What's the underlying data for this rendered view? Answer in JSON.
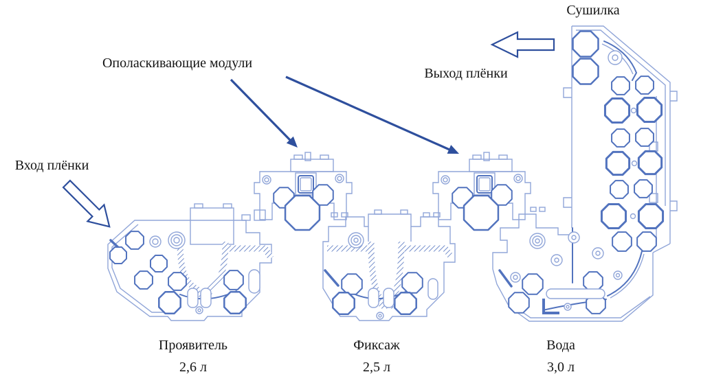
{
  "labels": {
    "dryer": "Сушилка",
    "rinse_modules": "Ополаскивающие модули",
    "film_exit": "Выход плёнки",
    "film_entry": "Вход плёнки"
  },
  "tanks": [
    {
      "name": "Проявитель",
      "volume": "2,6 л"
    },
    {
      "name": "Фиксаж",
      "volume": "2,5 л"
    },
    {
      "name": "Вода",
      "volume": "3,0 л"
    }
  ],
  "colors": {
    "line_light": "#90a5d8",
    "line_medium": "#5273be",
    "arrow_blue": "#2e4f9d",
    "text": "#141414",
    "background": "#ffffff"
  },
  "geometry": {
    "octagons": [
      [
        196,
        350,
        14,
        2
      ],
      [
        172,
        372,
        13,
        2
      ],
      [
        231,
        384,
        13,
        2
      ],
      [
        209,
        408,
        14,
        2
      ],
      [
        258,
        410,
        14,
        2
      ],
      [
        247,
        441,
        17,
        2.5
      ],
      [
        342,
        441,
        17,
        2.5
      ],
      [
        340,
        408,
        15,
        2
      ],
      [
        512,
        414,
        16,
        2
      ],
      [
        600,
        412,
        16,
        2
      ],
      [
        500,
        442,
        17,
        2.5
      ],
      [
        590,
        442,
        17,
        2.5
      ],
      [
        775,
        414,
        16,
        2
      ],
      [
        755,
        441,
        16,
        2
      ],
      [
        863,
        410,
        15,
        2
      ],
      [
        867,
        443,
        15,
        2
      ],
      [
        413,
        288,
        16,
        2
      ],
      [
        470,
        284,
        16,
        2
      ],
      [
        440,
        310,
        27,
        2.5
      ],
      [
        673,
        288,
        16,
        2
      ],
      [
        730,
        284,
        16,
        2
      ],
      [
        700,
        310,
        27,
        2.5
      ],
      [
        852,
        64,
        20,
        2.5
      ],
      [
        852,
        104,
        20,
        2.5
      ],
      [
        903,
        125,
        14,
        2
      ],
      [
        938,
        124,
        14,
        2
      ],
      [
        898,
        161,
        19,
        3
      ],
      [
        945,
        160,
        19,
        3
      ],
      [
        903,
        201,
        14,
        2
      ],
      [
        938,
        200,
        14,
        2
      ],
      [
        899,
        238,
        18,
        3
      ],
      [
        946,
        237,
        18,
        3
      ],
      [
        901,
        276,
        14,
        2
      ],
      [
        936,
        275,
        14,
        2
      ],
      [
        893,
        315,
        19,
        3
      ],
      [
        947,
        315,
        19,
        3
      ],
      [
        905,
        352,
        15,
        2
      ],
      [
        941,
        352,
        15,
        2
      ]
    ],
    "bullseyes": [
      [
        226,
        352,
        [
          8,
          4
        ]
      ],
      [
        257,
        350,
        [
          12,
          8,
          4
        ]
      ],
      [
        518,
        350,
        [
          11,
          7,
          3
        ]
      ],
      [
        782,
        351,
        [
          11,
          7,
          3
        ]
      ],
      [
        895,
        84,
        [
          10,
          4
        ]
      ],
      [
        388,
        262,
        [
          6,
          3
        ]
      ],
      [
        494,
        260,
        [
          6,
          3
        ]
      ],
      [
        648,
        262,
        [
          6,
          3
        ]
      ],
      [
        754,
        260,
        [
          6,
          3
        ]
      ],
      [
        290,
        452,
        [
          5,
          2
        ]
      ],
      [
        553,
        460,
        [
          5,
          2
        ]
      ],
      [
        826,
        447,
        [
          5,
          2
        ]
      ],
      [
        835,
        346,
        [
          8,
          3
        ]
      ],
      [
        870,
        369,
        [
          8,
          3
        ]
      ],
      [
        810,
        379,
        [
          8,
          3
        ]
      ],
      [
        899,
        401,
        [
          6,
          2.5
        ]
      ],
      [
        750,
        404,
        [
          7,
          3
        ]
      ]
    ],
    "dots": [
      [
        922,
        161,
        3.5
      ],
      [
        923,
        238,
        3.5
      ],
      [
        921,
        315,
        3.5
      ]
    ],
    "slots": [
      [
        273,
        420,
        15,
        28,
        7
      ],
      [
        292,
        420,
        15,
        28,
        7
      ],
      [
        362,
        393,
        16,
        34,
        8
      ],
      [
        536,
        420,
        15,
        28,
        7
      ],
      [
        558,
        420,
        15,
        28,
        7
      ],
      [
        623,
        406,
        14,
        30,
        7
      ],
      [
        795,
        421,
        85,
        14,
        7
      ]
    ]
  }
}
